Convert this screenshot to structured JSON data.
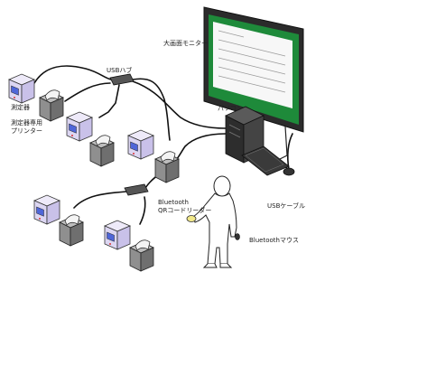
{
  "labels": {
    "large_monitor": "大画面モニター",
    "usb_hub": "USBハブ",
    "measuring_unit": "測定器",
    "printer_line1": "測定器専用",
    "printer_line2": "プリンター",
    "pc": "パソコン",
    "usb_cable": "USBケーブル",
    "qr_line1": "Bluetooth",
    "qr_line2": "QRコードリーダー",
    "bt_mouse": "Bluetoothマウス"
  },
  "colors": {
    "screen_green": "#1e8a3a",
    "device_lavender": "#dcd6f2",
    "device_screen_blue": "#4f66d8",
    "printer_gray": "#8f8f8f",
    "reader_yellow": "#f2e98a"
  }
}
